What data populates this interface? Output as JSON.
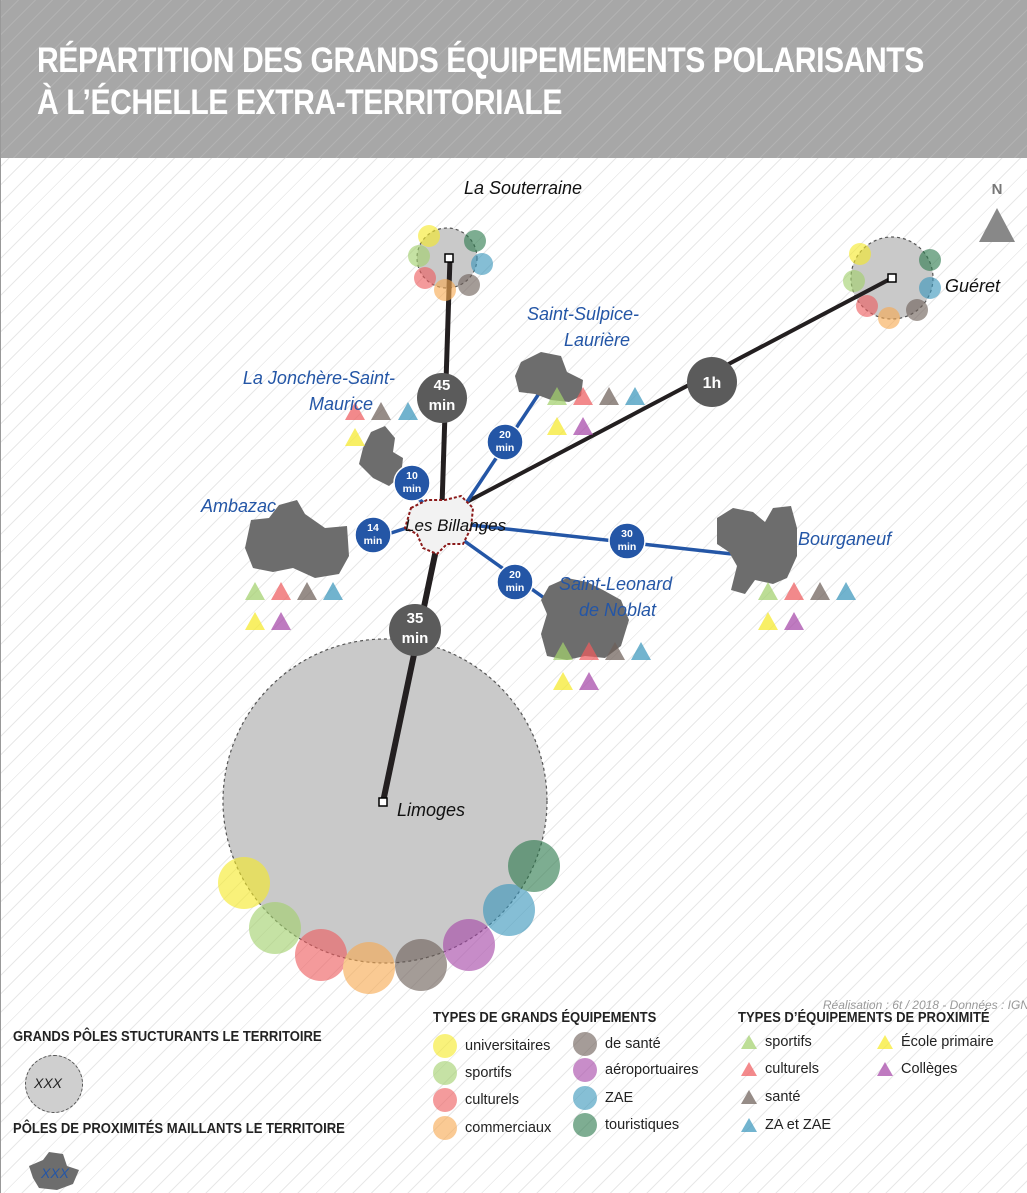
{
  "title": {
    "line1": "RÉPARTITION DES GRANDS ÉQUIPEMEMENTS POLARISANTS",
    "line2": "À L’ÉCHELLE EXTRA-TERRITORIALE"
  },
  "north": "N",
  "credit": "Réalisation : 6t / 2018 - Données : IGN",
  "colors": {
    "universitaires": "#f6ea2a",
    "sportifs": "#a3d16d",
    "culturels": "#ee5d5f",
    "commerciaux": "#f7aa52",
    "sante": "#6e6059",
    "aeroportuaires": "#a647a8",
    "zae": "#3b97bc",
    "touristiques": "#2f7b4f",
    "pole_link": "#222222",
    "prox_link": "#2456a6",
    "prox_label": "#2456a6"
  },
  "places": {
    "billanges": "Les Billanges",
    "souterraine": "La Souterraine",
    "gueret": "Guéret",
    "limoges": "Limoges",
    "ambazac": "Ambazac",
    "jonchere_1": "La Jonchère-Saint-",
    "jonchere_2": "Maurice",
    "sulpice_1": "Saint-Sulpice-",
    "sulpice_2": "Laurière",
    "bourganeuf": "Bourganeuf",
    "leonard_1": "Saint-Leonard",
    "leonard_2": "de Noblat"
  },
  "durations": {
    "souterraine": [
      "45",
      "min"
    ],
    "gueret": [
      "1h"
    ],
    "limoges": [
      "35",
      "min"
    ],
    "ambazac": [
      "14",
      "min"
    ],
    "jonchere": [
      "10",
      "min"
    ],
    "sulpice": [
      "20",
      "min"
    ],
    "bourganeuf": [
      "30",
      "min"
    ],
    "leonard": [
      "20",
      "min"
    ]
  },
  "legend": {
    "grands_poles": {
      "heading": "GRANDS PÔLES STUCTURANTS LE TERRITOIRE",
      "sample": "XXX"
    },
    "poles_proximite": {
      "heading": "PÔLES DE PROXIMITÉS MAILLANTS LE TERRITOIRE",
      "sample": "XXX"
    },
    "grands_equipements": {
      "heading": "TYPES DE GRANDS ÉQUIPEMENTS",
      "items": [
        {
          "label": "universitaires",
          "color": "#f6ea2a"
        },
        {
          "label": "sportifs",
          "color": "#a3d16d"
        },
        {
          "label": "culturels",
          "color": "#ee5d5f"
        },
        {
          "label": "commerciaux",
          "color": "#f7aa52"
        },
        {
          "label": "de santé",
          "color": "#6e6059"
        },
        {
          "label": "aéroportuaires",
          "color": "#a647a8"
        },
        {
          "label": "ZAE",
          "color": "#3b97bc"
        },
        {
          "label": "touristiques",
          "color": "#2f7b4f"
        }
      ]
    },
    "equipements_proximite": {
      "heading": "TYPES D’ÉQUIPEMENTS DE PROXIMITÉ",
      "items": [
        {
          "label": "sportifs",
          "color": "#a3d16d"
        },
        {
          "label": "culturels",
          "color": "#ee5d5f"
        },
        {
          "label": "santé",
          "color": "#6e6059"
        },
        {
          "label": "ZA et ZAE",
          "color": "#3b97bc"
        },
        {
          "label": "École primaire",
          "color": "#f6ea2a"
        },
        {
          "label": "Collèges",
          "color": "#a647a8"
        }
      ]
    }
  }
}
